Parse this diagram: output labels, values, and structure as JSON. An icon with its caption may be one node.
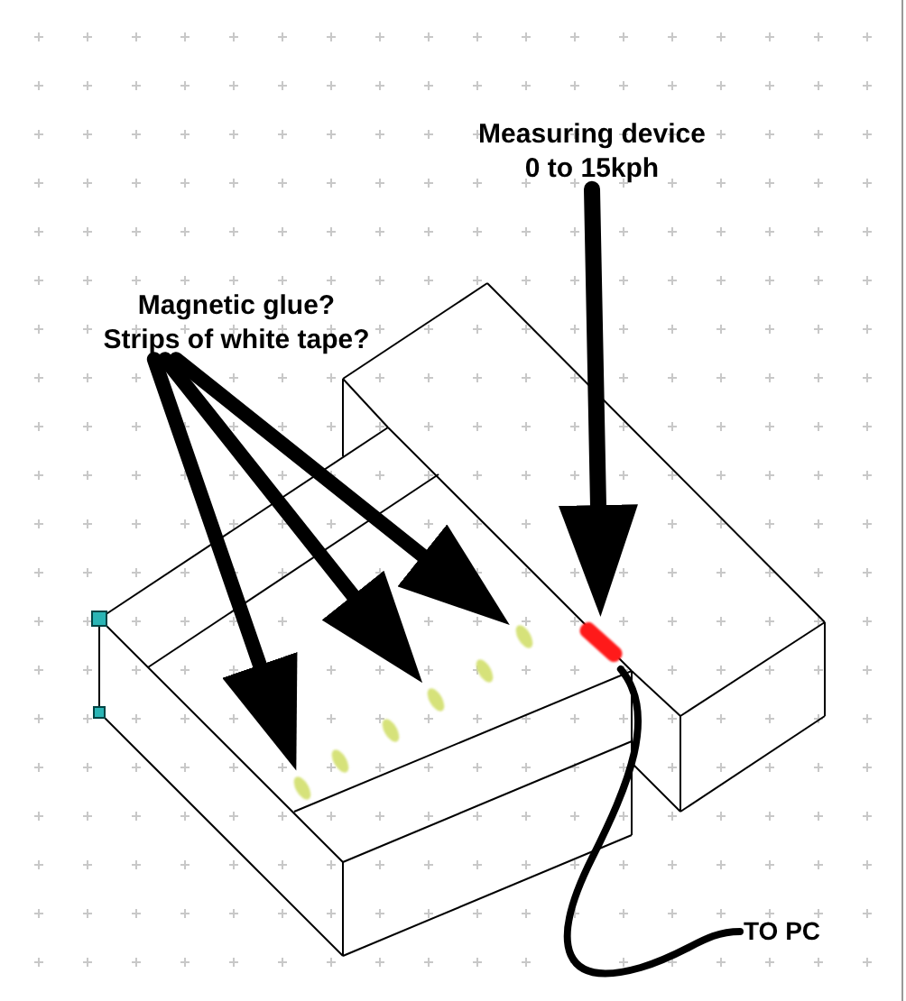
{
  "diagram": {
    "nodes": [
      {
        "text": [
          "Magnetic glue? Strips of white tape?"
        ]
      },
      {
        "text": [],
        "shape": "bar"
      },
      {
        "text": [],
        "shape": "bar"
      },
      {
        "text": [],
        "shape": "bar"
      },
      {
        "text": [],
        "shape": "bar"
      },
      {
        "text": [],
        "shape": "bar"
      },
      {
        "text": [],
        "shape": "bar"
      },
      {
        "text": [
          "Measuring device 0 to 15kph"
        ]
      },
      {
        "text": [],
        "shape": "bar"
      },
      {
        "text": [
          "TO PC"
        ]
      }
    ],
    "edges": [
      {
        "from": 0,
        "to": 1,
        "arrow": "to"
      },
      {
        "from": 0,
        "to": 4,
        "arrow": "to"
      },
      {
        "from": 0,
        "to": 6,
        "arrow": "to"
      },
      {
        "from": 7,
        "to": 8,
        "arrow": "to"
      },
      {
        "from": 8,
        "to": 9,
        "arrow": "none"
      }
    ]
  }
}
